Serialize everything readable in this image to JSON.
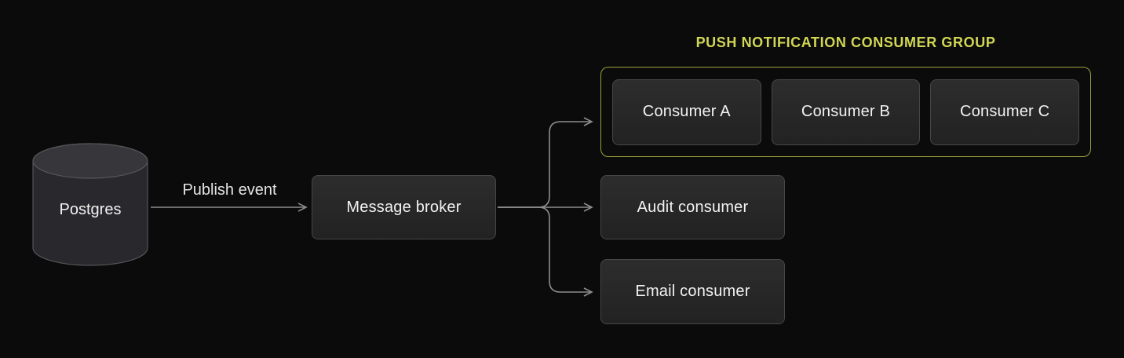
{
  "postgres": {
    "label": "Postgres"
  },
  "publish": {
    "label": "Publish event"
  },
  "broker": {
    "label": "Message broker"
  },
  "group": {
    "title": "PUSH NOTIFICATION CONSUMER GROUP",
    "consumers": [
      "Consumer A",
      "Consumer B",
      "Consumer C"
    ]
  },
  "audit": {
    "label": "Audit consumer"
  },
  "email": {
    "label": "Email consumer"
  },
  "colors": {
    "background": "#0b0b0b",
    "box_bg_top": "#2d2d2d",
    "box_bg_bottom": "#222222",
    "box_border": "#474747",
    "text": "#f2f2f2",
    "line": "#8d8d8d",
    "accent_yellow": "#d2d755",
    "group_border": "#9aa03f"
  }
}
